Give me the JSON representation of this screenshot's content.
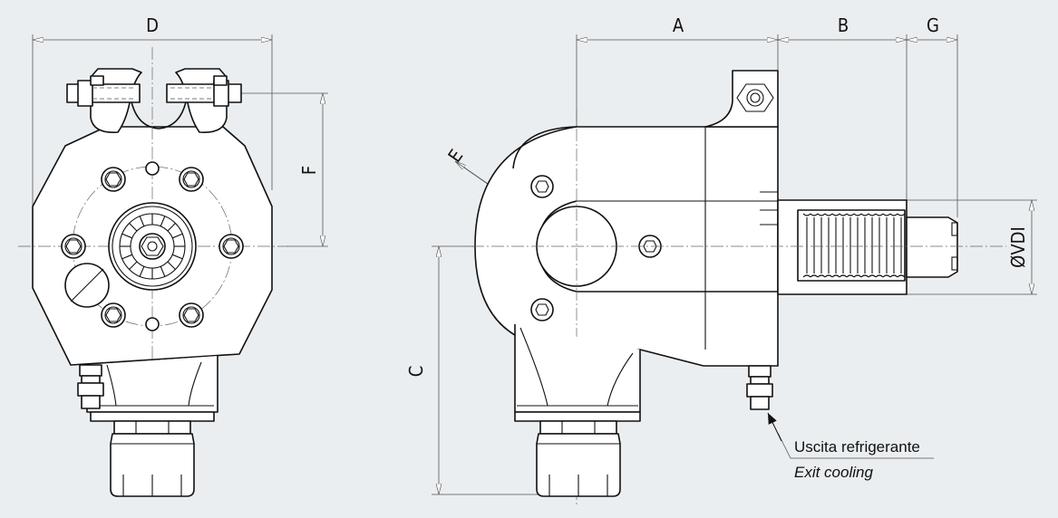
{
  "dimensions": {
    "d": "D",
    "f": "F",
    "a": "A",
    "b": "B",
    "g": "G",
    "c": "C",
    "e": "E",
    "vdi": "ØVDI"
  },
  "callout": {
    "line1": "Uscita refrigerante",
    "line2": "Exit cooling"
  }
}
